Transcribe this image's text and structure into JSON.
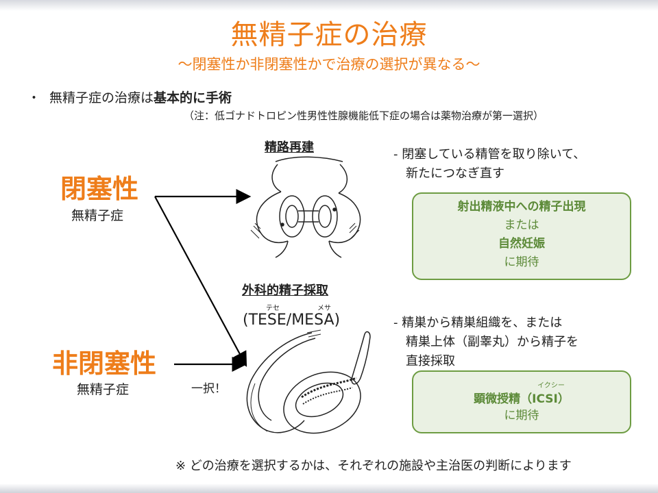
{
  "title": "無精子症の治療",
  "subtitle": "～閉塞性か非閉塞性かで治療の選択が異なる～",
  "bullet": {
    "marker": "・",
    "text_normal": "無精子症の治療は",
    "text_bold": "基本的に手術"
  },
  "note": "（注：低ゴナドトロピン性男性性腺機能低下症の場合は薬物治療が第一選択）",
  "obstructive": {
    "label": "閉塞性",
    "sub": "無精子症"
  },
  "non_obstructive": {
    "label": "非閉塞性",
    "sub": "無精子症"
  },
  "choose_label": "一択！",
  "reconstruction": {
    "label": "精路再建",
    "desc_line1": "-  閉塞している精管を取り除いて、",
    "desc_line2": "新たにつなぎ直す"
  },
  "retrieval": {
    "label": "外科的精子採取",
    "ruby_tese": "テセ",
    "ruby_mesa": "メサ",
    "abbr": "(TESE/MESA)",
    "desc_line1": "-  精巣から精巣組織を、または",
    "desc_line2": "精巣上体（副睾丸）から精子を",
    "desc_line3": "直接採取"
  },
  "box1": {
    "line1": "射出精液中への精子出現",
    "line2": "または",
    "line3": "自然妊娠",
    "line4": "に期待"
  },
  "box2": {
    "ruby": "イクシー",
    "line1": "顕微授精（ICSI）",
    "line2": "に期待"
  },
  "footnote": "※ どの治療を選択するかは、それぞれの施設や主治医の判断によります",
  "colors": {
    "accent": "#ee7d1a",
    "box_border": "#6d9c42",
    "box_bg": "#eaf1e3",
    "box_text": "#5c8a38"
  }
}
